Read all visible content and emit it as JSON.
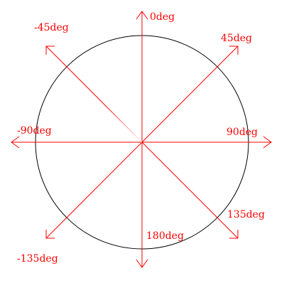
{
  "colors": {
    "circle": "#000000",
    "arrow": "#ff0000",
    "label": "#ff0000"
  },
  "labels": {
    "deg0": "0deg",
    "deg45": "45deg",
    "deg90": "90deg",
    "deg135": "135deg",
    "deg180": "180deg",
    "deg_neg45": "-45deg",
    "deg_neg90": "-90deg",
    "deg_neg135": "-135deg"
  }
}
